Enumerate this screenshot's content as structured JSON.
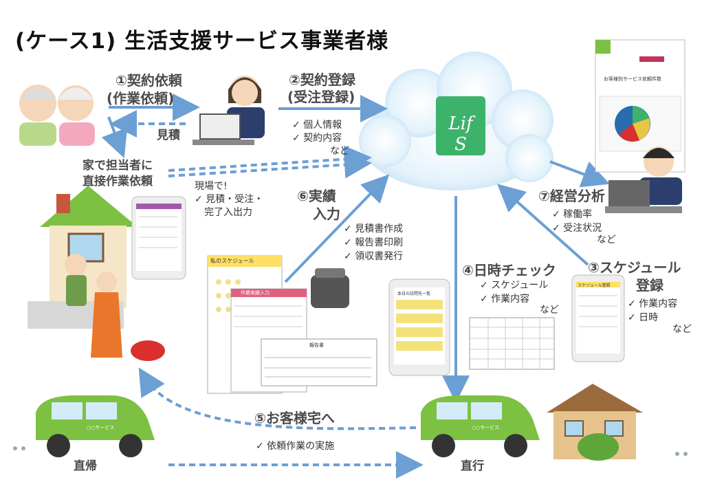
{
  "title": "(ケース1) 生活支援サービス事業者様",
  "logo_text": "Lif S",
  "steps": {
    "s1_line1": "①契約依頼",
    "s1_line2": "(作業依頼)",
    "s2_line1": "②契約登録",
    "s2_line2": "(受注登録)",
    "s3_line1": "③スケジュール",
    "s3_line2": "登録",
    "s4": "④日時チェック",
    "s5": "⑤お客様宅へ",
    "s6_line1": "⑥実績",
    "s6_line2": "入力",
    "s7": "⑦経営分析"
  },
  "labels": {
    "estimate": "見積",
    "direct_line1": "家で担当者に",
    "direct_line2": "直接作業依頼",
    "onsite": "現場で!",
    "return_home": "直帰",
    "go_direct": "直行"
  },
  "notes": {
    "s2": [
      "✓ 個人情報",
      "✓ 契約内容"
    ],
    "s2_etc": "など",
    "onsite": [
      "✓ 見積・受注・",
      "　完了入出力"
    ],
    "s6": [
      "✓ 見積書作成",
      "✓ 報告書印刷",
      "✓ 領収書発行"
    ],
    "s4": [
      "✓ スケジュール",
      "✓ 作業内容"
    ],
    "s4_etc": "など",
    "s3": [
      "✓ 作業内容",
      "✓ 日時"
    ],
    "s3_etc": "など",
    "s7": [
      "✓ 稼働率",
      "✓ 受注状況"
    ],
    "s7_etc": "など",
    "s5": "✓ 依頼作業の実施"
  },
  "screens": {
    "schedule_title": "私のスケジュール",
    "report_title": "作業実績入力",
    "dashboard_title": "お客様別サービス依頼件数",
    "tablet_list_title": "本日の訪問先一覧",
    "schedule_reg_title": "スケジュール登録",
    "estimate_doc_title": "報告書"
  },
  "cars": {
    "left_door": "○○サービス",
    "right_door": "○○サービス"
  },
  "colors": {
    "arrow": "#6c9fd4",
    "logo_green": "#3db26b",
    "car_green": "#7cc142",
    "cloud": "#d6ecf8"
  }
}
